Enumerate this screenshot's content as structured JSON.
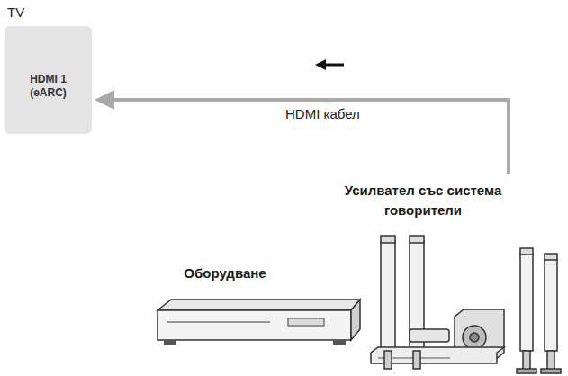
{
  "diagram": {
    "nodes": [
      {
        "text": [
          "TV",
          "HDMI 1 (eARC)"
        ]
      },
      {
        "text": [
          "Усилвател със система говорители"
        ]
      },
      {
        "text": [
          "Оборудване"
        ]
      }
    ],
    "edges": [
      {
        "from": 1,
        "to": 0,
        "arrow": "to",
        "label": "HDMI кабел"
      }
    ]
  }
}
